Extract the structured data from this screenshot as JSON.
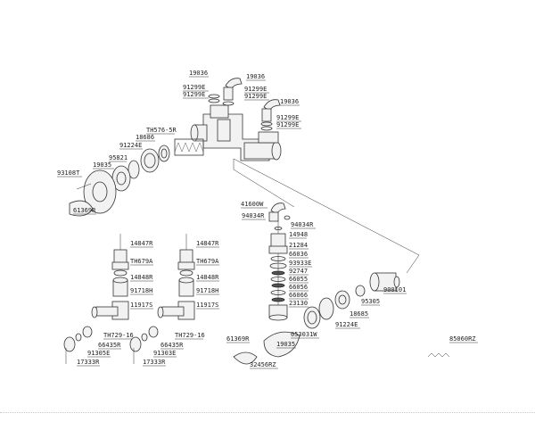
{
  "labels": {
    "l19036a": "19036",
    "l19036b": "19036",
    "l19036c": "19036",
    "l91299a": "91299E",
    "l91299b": "91299E",
    "l91299c": "91299E",
    "l91299d": "91299E",
    "l91299e": "91299E",
    "l91299f": "91299E",
    "lTH576": "TH576-5R",
    "l18686": "18686",
    "l91224a": "91224E",
    "l95821": "95821",
    "l19035a": "19035",
    "l93108": "93108T",
    "l61369a": "61369R",
    "l41600": "41600W",
    "l94034a": "94034R",
    "l94034b": "94034R",
    "l14948": "14948",
    "l21284": "21284",
    "l66036": "66036",
    "l93933": "93933E",
    "l92747": "92747",
    "l66055": "66055",
    "l66056": "66056",
    "l66066": "66066",
    "l23130": "23130",
    "l900101": "900101",
    "l95305": "95305",
    "l18685": "18685",
    "l91224b": "91224E",
    "l053031": "053031W",
    "l19035b": "19035",
    "l61369b": "61369R",
    "l32456": "32456RZ",
    "l85060": "85060RZ",
    "l14847a": "14847R",
    "lTH679a": "TH679A",
    "l14848a": "14848R",
    "l91718a": "91718H",
    "l11917a": "11917S",
    "lTH729a": "TH729-16",
    "l66435a": "66435R",
    "l91305": "91305E",
    "l17333a": "17333R",
    "l14847b": "14847R",
    "lTH679b": "TH679A",
    "l14848b": "14848R",
    "l91718b": "91718H",
    "l11917b": "11917S",
    "lTH729b": "TH729-16",
    "l66435b": "66435R",
    "l91303": "91303E",
    "l17333b": "17333R"
  }
}
